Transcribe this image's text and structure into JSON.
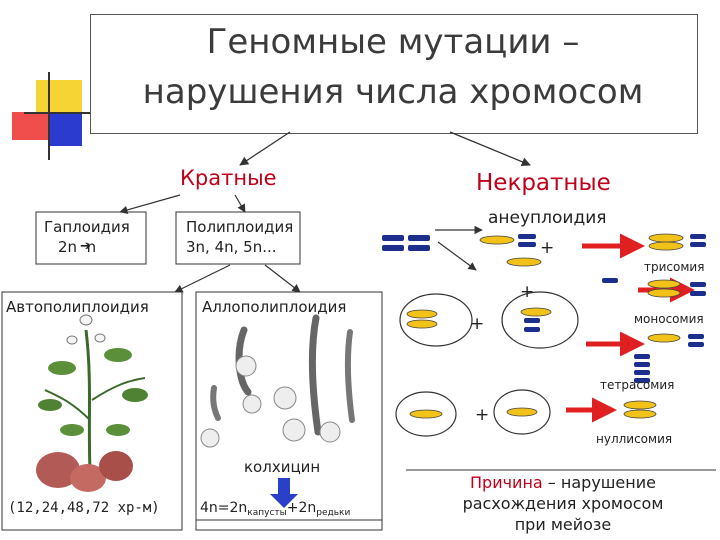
{
  "title": {
    "line1": "Геномные мутации –",
    "line2": "нарушения числа хромосом"
  },
  "categories": {
    "multiple": "Кратные",
    "non_multiple": "Некратные"
  },
  "haploidy": {
    "name": "Гаплоидия",
    "formula": "2n  n"
  },
  "polyploidy": {
    "name": "Полиплоидия",
    "formula": "3n, 4n, 5n..."
  },
  "autopolyploidy": {
    "name": "Автополиплоидия",
    "note": "(12,24,48,72 хр-м)"
  },
  "allopolyploidy": {
    "name": "Аллополиплоидия",
    "agent": "колхицин",
    "formula_main": "4n=2n",
    "formula_sub1": "капусты",
    "formula_mid": "+2n",
    "formula_sub2": "редьки"
  },
  "aneuploidy": {
    "name": "анеуплоидия",
    "plus": "+",
    "types": {
      "trisomy": "трисомия",
      "monosomy": "моносомия",
      "tetrasomy": "тетрасомия",
      "nullisomy": "нуллисомия"
    }
  },
  "cause": {
    "label": "Причина",
    "text1": " – нарушение",
    "text2": "расхождения хромосом",
    "text3": "при мейозе"
  },
  "colors": {
    "accent_red": "#c0001a",
    "chromosome_yellow": "#f2c218",
    "chromosome_navy": "#1c2f8c",
    "arrow_red": "#e02020"
  }
}
